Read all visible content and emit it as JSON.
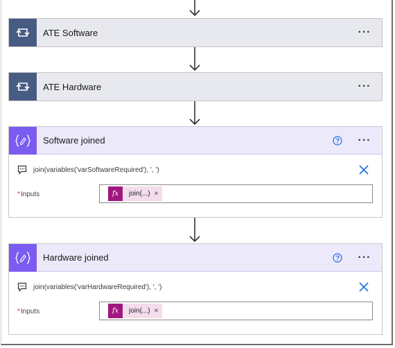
{
  "flow": {
    "steps": [
      {
        "title": "ATE Software",
        "type": "control"
      },
      {
        "title": "ATE Hardware",
        "type": "control"
      },
      {
        "title": "Software joined",
        "type": "variable",
        "description": "join(variables('varSoftwareRequired'), ', ')",
        "inputs_label": "Inputs",
        "token": {
          "icon": "fx",
          "label": "join(...)",
          "remove": "×"
        }
      },
      {
        "title": "Hardware joined",
        "type": "variable",
        "description": "join(variables('varHardwareRequired'), ', ')",
        "inputs_label": "Inputs",
        "token": {
          "icon": "fx",
          "label": "join(...)",
          "remove": "×"
        }
      }
    ],
    "more_label": "···",
    "required_marker": "*"
  },
  "colors": {
    "control_icon_bg": "#485c83",
    "variable_icon_bg": "#7b5cf0",
    "fx_bg": "#a0177d",
    "accent_blue": "#1e6fd9"
  }
}
